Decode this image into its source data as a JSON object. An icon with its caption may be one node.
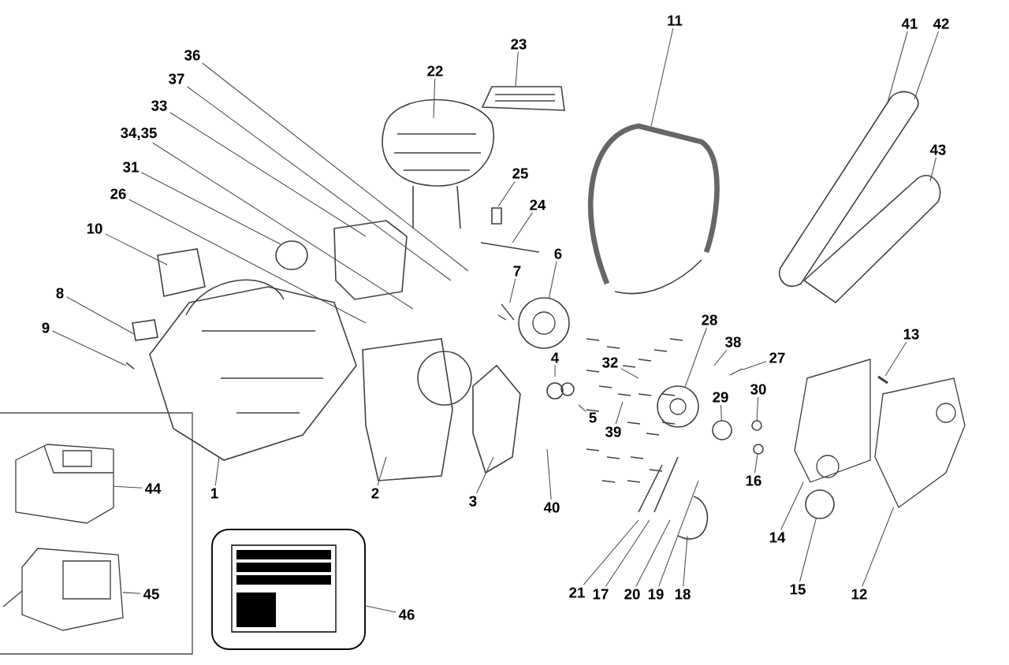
{
  "diagram": {
    "nodes": [
      {
        "text": [
          "36"
        ]
      },
      {
        "text": [
          "37"
        ]
      },
      {
        "text": [
          "33"
        ]
      },
      {
        "text": [
          "34,35"
        ]
      },
      {
        "text": [
          "31"
        ]
      },
      {
        "text": [
          "26"
        ]
      },
      {
        "text": [
          "10"
        ]
      },
      {
        "text": [
          "8"
        ]
      },
      {
        "text": [
          "9"
        ]
      },
      {
        "text": [
          "22"
        ]
      },
      {
        "text": [
          "23"
        ]
      },
      {
        "text": [
          "11"
        ]
      },
      {
        "text": [
          "41"
        ]
      },
      {
        "text": [
          "42"
        ]
      },
      {
        "text": [
          "43"
        ]
      },
      {
        "text": [
          "25"
        ]
      },
      {
        "text": [
          "24"
        ]
      },
      {
        "text": [
          "6"
        ]
      },
      {
        "text": [
          "7"
        ]
      },
      {
        "text": [
          "13"
        ]
      },
      {
        "text": [
          "28"
        ]
      },
      {
        "text": [
          "38"
        ]
      },
      {
        "text": [
          "27"
        ]
      },
      {
        "text": [
          "4"
        ]
      },
      {
        "text": [
          "32"
        ]
      },
      {
        "text": [
          "29"
        ]
      },
      {
        "text": [
          "30"
        ]
      },
      {
        "text": [
          "5"
        ]
      },
      {
        "text": [
          "39"
        ]
      },
      {
        "text": [
          "16"
        ]
      },
      {
        "text": [
          "1"
        ]
      },
      {
        "text": [
          "2"
        ]
      },
      {
        "text": [
          "3"
        ]
      },
      {
        "text": [
          "40"
        ]
      },
      {
        "text": [
          "44"
        ]
      },
      {
        "text": [
          "14"
        ]
      },
      {
        "text": [
          "45"
        ]
      },
      {
        "text": [
          "46"
        ]
      },
      {
        "text": [],
        "shape": "picture"
      },
      {
        "text": [
          "15"
        ]
      },
      {
        "text": [
          "21"
        ]
      },
      {
        "text": [
          "17"
        ]
      },
      {
        "text": [
          "20"
        ]
      },
      {
        "text": [
          "19"
        ]
      },
      {
        "text": [
          "18"
        ]
      },
      {
        "text": [
          "12"
        ]
      },
      {
        "text": [],
        "shape": "picture"
      },
      {
        "text": [],
        "shape": "picture"
      },
      {
        "text": [],
        "shape": "picture"
      },
      {
        "text": [],
        "shape": "picture"
      },
      {
        "text": [],
        "shape": "picture"
      },
      {
        "text": [],
        "shape": "circle"
      },
      {
        "text": [],
        "shape": "circle"
      },
      {
        "text": [],
        "shape": "circle"
      },
      {
        "text": [],
        "shape": "picture"
      },
      {
        "text": [],
        "shape": "picture"
      },
      {
        "text": [],
        "shape": "circle"
      },
      {
        "text": [],
        "shape": "picture"
      },
      {
        "text": [],
        "shape": "picture"
      },
      {
        "text": [],
        "shape": "picture"
      }
    ],
    "edges": [
      {
        "from": 0,
        "to": null,
        "arrow": "none"
      },
      {
        "from": 1,
        "to": null,
        "arrow": "none"
      },
      {
        "from": 2,
        "to": null,
        "arrow": "none"
      },
      {
        "from": 3,
        "to": null,
        "arrow": "none"
      },
      {
        "from": 4,
        "to": null,
        "arrow": "none"
      },
      {
        "from": 5,
        "to": null,
        "arrow": "none"
      },
      {
        "from": 6,
        "to": null,
        "arrow": "none"
      },
      {
        "from": 7,
        "to": null,
        "arrow": "none"
      },
      {
        "from": 8,
        "to": null,
        "arrow": "none"
      },
      {
        "from": 9,
        "to": null,
        "arrow": "none"
      },
      {
        "from": 10,
        "to": null,
        "arrow": "none"
      },
      {
        "from": 11,
        "to": null,
        "arrow": "none"
      },
      {
        "from": 12,
        "to": null,
        "arrow": "none"
      },
      {
        "from": 13,
        "to": null,
        "arrow": "none"
      },
      {
        "from": 14,
        "to": null,
        "arrow": "none"
      },
      {
        "from": 15,
        "to": null,
        "arrow": "none"
      },
      {
        "from": 16,
        "to": 49,
        "arrow": "none"
      },
      {
        "from": 17,
        "to": 48,
        "arrow": "none"
      },
      {
        "from": 18,
        "to": 58,
        "arrow": "none"
      },
      {
        "from": 19,
        "to": 59,
        "arrow": "none"
      },
      {
        "from": 20,
        "to": 50,
        "arrow": "none"
      },
      {
        "from": 21,
        "to": null,
        "arrow": "none"
      },
      {
        "from": 22,
        "to": 54,
        "arrow": "none"
      },
      {
        "from": 23,
        "to": null,
        "arrow": "none"
      },
      {
        "from": 24,
        "to": null,
        "arrow": "none"
      },
      {
        "from": 25,
        "to": 51,
        "arrow": "none"
      },
      {
        "from": 26,
        "to": 52,
        "arrow": "none"
      },
      {
        "from": 27,
        "to": null,
        "arrow": "none"
      },
      {
        "from": 28,
        "to": null,
        "arrow": "none"
      },
      {
        "from": 29,
        "to": 53,
        "arrow": "none"
      },
      {
        "from": 30,
        "to": null,
        "arrow": "none"
      },
      {
        "from": 31,
        "to": null,
        "arrow": "none"
      },
      {
        "from": 32,
        "to": null,
        "arrow": "none"
      },
      {
        "from": 33,
        "to": null,
        "arrow": "none"
      },
      {
        "from": 34,
        "to": 46,
        "arrow": "none"
      },
      {
        "from": 35,
        "to": 55,
        "arrow": "none"
      },
      {
        "from": 36,
        "to": 47,
        "arrow": "none"
      },
      {
        "from": 37,
        "to": 38,
        "arrow": "none"
      },
      {
        "from": 39,
        "to": 56,
        "arrow": "none"
      },
      {
        "from": 40,
        "to": null,
        "arrow": "none"
      },
      {
        "from": 41,
        "to": null,
        "arrow": "none"
      },
      {
        "from": 42,
        "to": null,
        "arrow": "none"
      },
      {
        "from": 43,
        "to": null,
        "arrow": "none"
      },
      {
        "from": 44,
        "to": null,
        "arrow": "none"
      },
      {
        "from": 45,
        "to": 57,
        "arrow": "none"
      }
    ]
  }
}
